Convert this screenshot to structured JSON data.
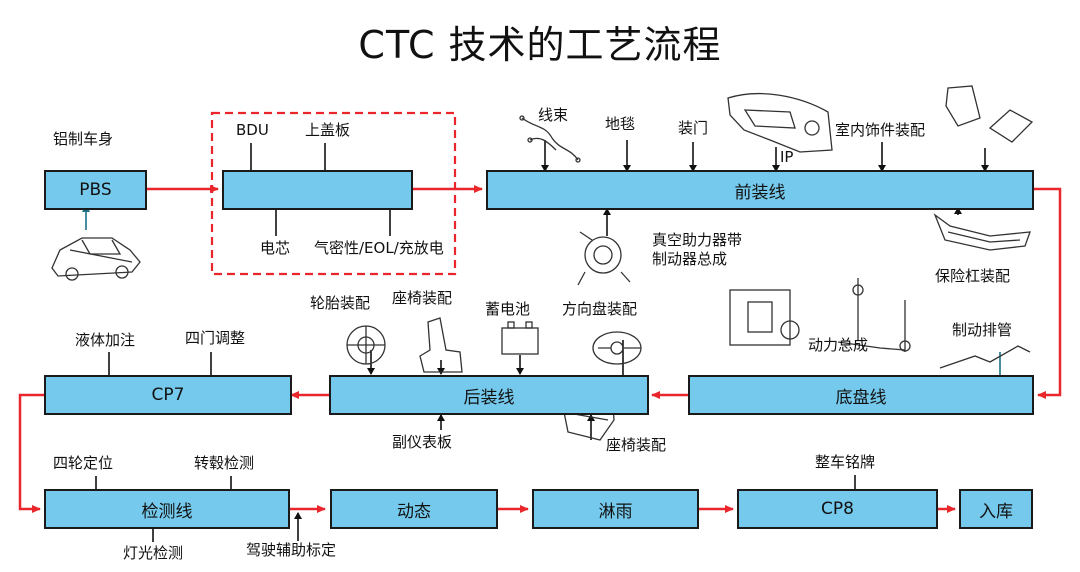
{
  "title": "CTC 技术的工艺流程",
  "boxes": {
    "pbs": "PBS",
    "battery_integration": "",
    "front_line": "前装线",
    "cp7": "CP7",
    "rear_line": "后装线",
    "chassis_line": "底盘线",
    "test_line": "检测线",
    "dynamic": "动态",
    "rain": "淋雨",
    "cp8": "CP8",
    "storage": "入库"
  },
  "labels": {
    "aluminum_body": "铝制车身",
    "bdu": "BDU",
    "top_cover": "上盖板",
    "cell": "电芯",
    "airtight": "气密性/EOL/充放电",
    "harness": "线束",
    "carpet": "地毯",
    "door": "装门",
    "ip": "IP",
    "interior_trim": "室内饰件装配",
    "vacuum_booster_1": "真空助力器带",
    "vacuum_booster_2": "制动器总成",
    "bumper": "保险杠装配",
    "tire": "轮胎装配",
    "seat_top": "座椅装配",
    "battery": "蓄电池",
    "steering": "方向盘装配",
    "powertrain": "动力总成",
    "brake_pipe": "制动排管",
    "fluid_fill": "液体加注",
    "door_adjust": "四门调整",
    "sub_dash": "副仪表板",
    "seat_bottom": "座椅装配",
    "wheel_align": "四轮定位",
    "hub_test": "转毂检测",
    "light_test": "灯光检测",
    "adas_calib": "驾驶辅助标定",
    "nameplate": "整车铭牌"
  },
  "colors": {
    "box_fill": "#75c9ec",
    "flow_arrow": "#e8262b",
    "dashed_frame": "#e8262b"
  }
}
